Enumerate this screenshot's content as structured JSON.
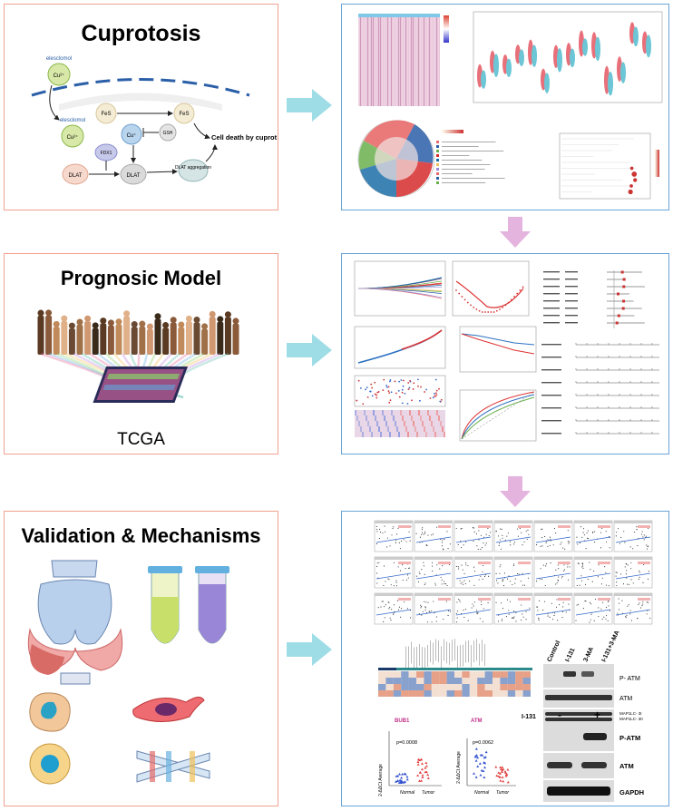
{
  "panels": {
    "cuprotosis": {
      "title": "Cuprotosis",
      "labels": {
        "elesclomol_top": "elesclomol",
        "cu2_top": "Cu²⁺",
        "elesclomol_mid": "elesclomol",
        "cu2_mid": "Cu²⁺",
        "fdx1": "FDX1",
        "dlat_left": "DLAT",
        "dlat_mid": "DLAT",
        "fes_a": "FeS",
        "fes_b": "FeS",
        "cu_plus": "Cu⁺",
        "gsh": "GSH",
        "dlat_aggr": "DLAT aggregation",
        "cell_death": "Cell death by cuprotosis"
      }
    },
    "prognostic": {
      "title": "Prognosic Model",
      "caption": "TCGA"
    },
    "validation": {
      "title": "Validation & Mechanisms",
      "western": {
        "lanes": [
          "Control",
          "I-131",
          "3-MA",
          "I-131+3-MA"
        ],
        "bands": [
          "P- ATM",
          "ATM",
          "MAP1LC- 3I",
          "MAP1LC- 3II"
        ],
        "lanes2": [
          "-",
          "+"
        ],
        "lanes2_label": "I-131",
        "bands2": [
          "P-ATM",
          "ATM",
          "GAPDH"
        ]
      },
      "dotplots": [
        {
          "title": "BUB1",
          "p": "p=0.0008",
          "ylabel": "2-ΔΔCt Average",
          "groups": [
            "Normal",
            "Tumor"
          ]
        },
        {
          "title": "ATM",
          "p": "p=0.0062",
          "ylabel": "2-ΔΔCt Average",
          "groups": [
            "Normal",
            "Tumor"
          ]
        }
      ]
    }
  },
  "colors": {
    "left_border": "#f0a38f",
    "right_border": "#6aa4d8",
    "arrow_right": "#9fdde6",
    "arrow_down": "#e4b4de"
  }
}
